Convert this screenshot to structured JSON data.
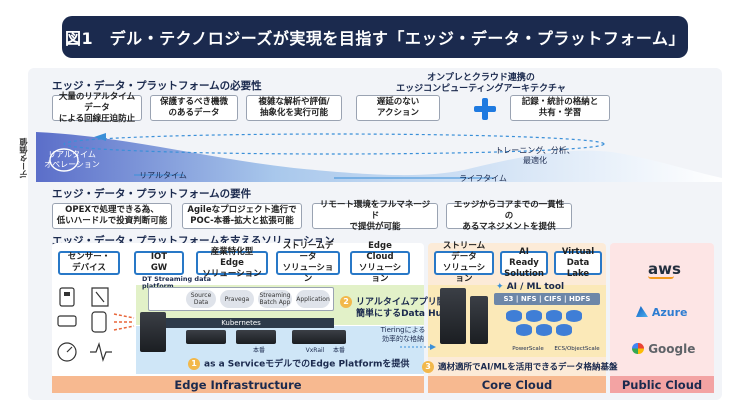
{
  "title": "図1　デル・テクノロジーズが実現を目指す「エッジ・データ・プラットフォーム」",
  "necessity": {
    "heading": "エッジ・データ・プラットフォームの必要性",
    "items": [
      {
        "line1": "大量のリアルタイムデータ",
        "line2": "による回線圧迫防止"
      },
      {
        "line1": "保護するべき機微",
        "line2": "のあるデータ"
      },
      {
        "line1": "複雑な解析や評価/",
        "line2": "抽象化を実行可能"
      },
      {
        "line1": "遅延のない",
        "line2": "アクション"
      },
      {
        "line1": "記録・統計の格納と",
        "line2": "共有・学習"
      }
    ],
    "arch_label_1": "オンプレとクラウド連携の",
    "arch_label_2": "エッジコンピューティングアーキテクチャ"
  },
  "curve": {
    "axis_label": "データ価値",
    "realtime_op_1": "リアルタイム",
    "realtime_op_2": "オペレーション",
    "realtime": "リアルタイム",
    "lifetime": "ライフタイム",
    "training_1": "トレーニング、分析、",
    "training_2": "最適化"
  },
  "requirements": {
    "heading": "エッジ・データ・プラットフォームの要件",
    "items": [
      {
        "line1": "OPEXで処理できる為、",
        "line2": "低いハードルで投資判断可能"
      },
      {
        "line1": "Agileなプロジェクト進行で",
        "line2": "POC-本番-拡大と拡張可能"
      },
      {
        "line1": "リモート環境をフルマネージド",
        "line2": "で提供が可能"
      },
      {
        "line1": "エッジからコアまでの一貫性の",
        "line2": "あるマネジメントを提供"
      }
    ]
  },
  "solutions": {
    "heading": "エッジ・データ・プラットフォームを支えるソリューション",
    "edge_items": [
      {
        "line1": "センサー・",
        "line2": "デバイス"
      },
      {
        "line1": "IOT",
        "line2": "GW"
      },
      {
        "line1": "産業特化型Edge",
        "line2": "ソリューション"
      },
      {
        "line1": "ストリームデータ",
        "line2": "ソリューション"
      },
      {
        "line1": "Edge Cloud",
        "line2": "ソリューション"
      }
    ],
    "core_items": [
      {
        "line1": "ストリームデータ",
        "line2": "ソリューション"
      },
      {
        "line1": "AI Ready",
        "line2": "Solution"
      },
      {
        "line1": "Virtual",
        "line2": "Data Lake"
      }
    ]
  },
  "edge_detail": {
    "dt_platform_1": "DT Streaming data",
    "dt_platform_2": "platform",
    "components": [
      "Source Data",
      "Pravega",
      "Streaming Batch App",
      "Application"
    ],
    "kubernetes": "Kubernetes",
    "step1_num": "1",
    "step1_text": "as a ServiceモデルでのEdge Platformを提供",
    "step2_num": "2",
    "step2_text_1": "リアルタイムアプリ開発を",
    "step2_text_2": "簡単にするData Hub",
    "tiering_1": "Tieringによる",
    "tiering_2": "効率的な格納",
    "server_label_a": "本番",
    "server_label_b": "VxRail",
    "server_label_c": "本番"
  },
  "core_detail": {
    "ai_tool": "AI / ML tool",
    "protocols": "S3 | NFS | CIFS | HDFS",
    "storage_a": "PowerScale",
    "storage_b": "ECS/ObjectScale",
    "step3_num": "3",
    "step3_text": "適材適所でAI/MLを活用できるデータ格納基盤"
  },
  "cloud": {
    "aws": "aws",
    "azure": "Azure",
    "google": "Google"
  },
  "footer": {
    "edge": "Edge Infrastructure",
    "core": "Core Cloud",
    "cloud": "Public Cloud"
  },
  "colors": {
    "navy": "#1b2a4e",
    "accent_blue": "#1f7ae0",
    "edge_orange": "#f7b990",
    "cloud_pink": "#f3a3a3"
  }
}
